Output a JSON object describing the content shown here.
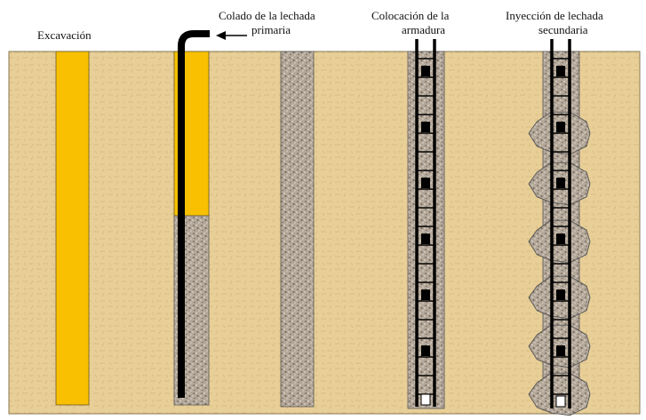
{
  "labels": {
    "step1": "Excavación",
    "step2_line1": "Colado de la lechada",
    "step2_line2": "primaria",
    "step4_line1": "Colocación de la",
    "step4_line2": "armadura",
    "step5_line1": "Inyección de lechada",
    "step5_line2": "secundaria"
  },
  "colors": {
    "soil": "#e8cf97",
    "soil_texture": "#d9bd83",
    "soil_border": "#8a7a55",
    "hole": "#f8c000",
    "grout": "#b4a89a",
    "grout_speck_dark": "#6e6358",
    "grout_speck_light": "#e6ded2",
    "pipe": "#000000",
    "reinforcement": "#000000",
    "reinforcement_inner": "#ffffff"
  }
}
